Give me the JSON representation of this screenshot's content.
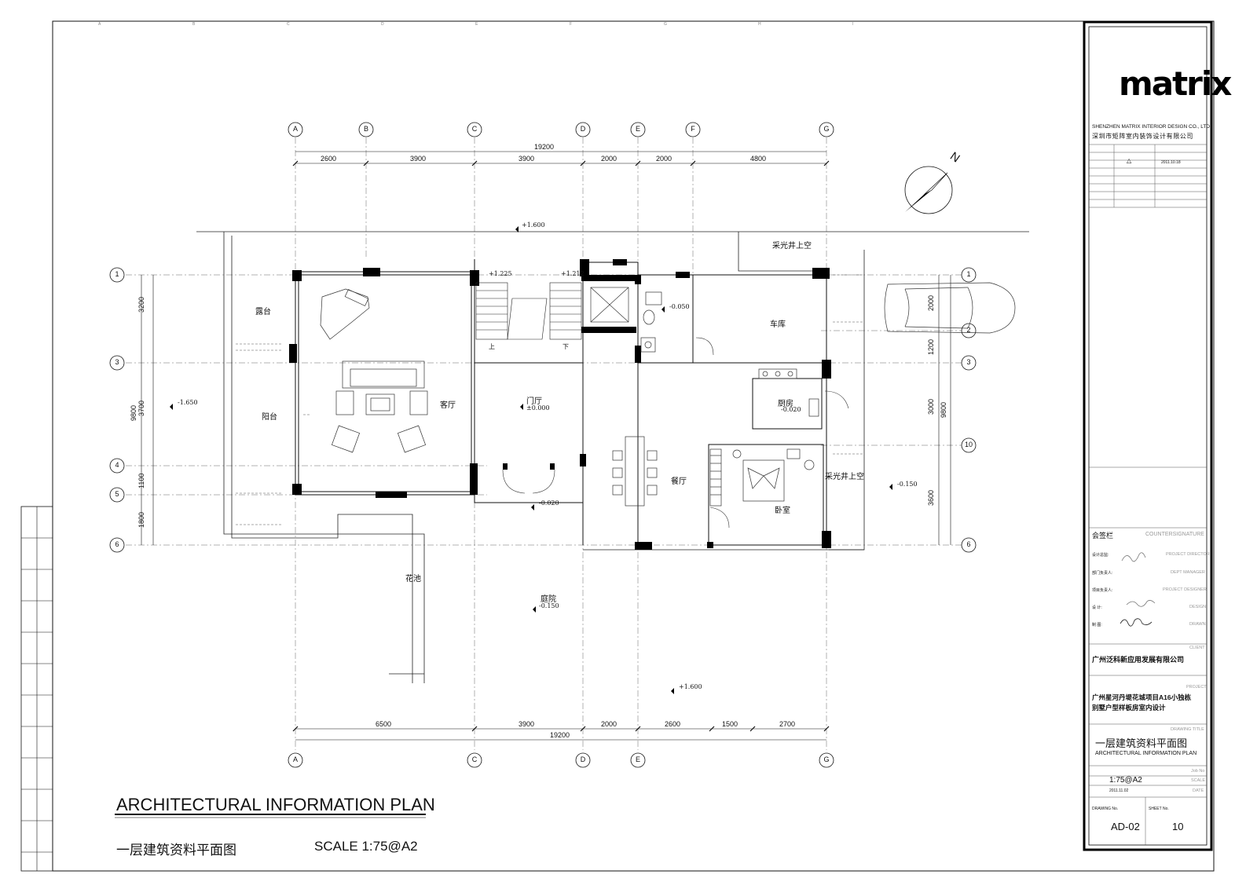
{
  "drawing": {
    "title_en": "ARCHITECTURAL INFORMATION PLAN",
    "title_cn": "一层建筑资料平面图",
    "scale_text": "SCALE  1:75@A2"
  },
  "plan": {
    "axis_labels_top": [
      "A",
      "B",
      "C",
      "D",
      "E",
      "F",
      "G"
    ],
    "axis_labels_bottom": [
      "A",
      "C",
      "D",
      "E",
      "G"
    ],
    "axis_labels_left": [
      "1",
      "3",
      "4",
      "5",
      "6"
    ],
    "axis_labels_right": [
      "1",
      "2",
      "3",
      "10",
      "6"
    ],
    "top_dimensions": [
      "2600",
      "3900",
      "3900",
      "2000",
      "2000",
      "4800"
    ],
    "top_total": "19200",
    "bottom_dimensions": [
      "6500",
      "3900",
      "2000",
      "2600",
      "1500",
      "2700"
    ],
    "bottom_total": "19200",
    "left_dimensions": [
      "3200",
      "3700",
      "1100",
      "1800"
    ],
    "left_total": "9800",
    "right_dimensions": [
      "2000",
      "1200",
      "3000",
      "3600"
    ],
    "right_total": "9800",
    "rooms": [
      {
        "name": "露台"
      },
      {
        "name": "阳台"
      },
      {
        "name": "客厅"
      },
      {
        "name": "门厅"
      },
      {
        "name": "车库"
      },
      {
        "name": "厨房"
      },
      {
        "name": "卧室"
      },
      {
        "name": "餐厅"
      },
      {
        "name": "庭院"
      },
      {
        "name": "花池"
      },
      {
        "name": "采光井上空"
      },
      {
        "name": "采光井上空"
      }
    ],
    "levels": [
      "+1.600",
      "-1.650",
      "±0.000",
      "-0.020",
      "-0.020",
      "-0.050",
      "-0.150",
      "+1.600",
      "-0.150",
      "+1.225",
      "+1.212"
    ],
    "north_label": "N",
    "stair_labels": [
      "上",
      "下"
    ]
  },
  "title_block": {
    "company_en": "SHENZHEN MATRIX INTERIOR DESIGN CO., LTD",
    "company_cn": "深圳市矩阵室内装饰设计有限公司",
    "logo_text": "matrix",
    "date_value": "2011.10.18",
    "countersign_cn": "会签栏",
    "countersign_en": "COUNTERSIGNATURE",
    "roles": [
      {
        "cn": "设计总监:",
        "en": "PROJECT DIRECTOR"
      },
      {
        "cn": "部门负责人:",
        "en": "DEPT MANAGER"
      },
      {
        "cn": "项目负责人:",
        "en": "PROJECT DESIGNER"
      },
      {
        "cn": "设  计:",
        "en": "DESIGN"
      },
      {
        "cn": "制  图:",
        "en": "DRAWN"
      }
    ],
    "client_label": "CLIENT",
    "client_name": "广州泛科新应用发展有限公司",
    "project_label": "PROJECT",
    "project_name_1": "广州星河丹堤花城项目A16小独栋",
    "project_name_2": "别墅户型样板房室内设计",
    "drawing_title_label": "DRAWING TITLE",
    "drawing_title_cn": "一层建筑资料平面图",
    "drawing_title_en": "ARCHITECTURAL INFORMATION PLAN",
    "job_no_label": "Job No",
    "scale_value": "1:75@A2",
    "scale_label": "SCALE",
    "date_value_2": "2011.11.02",
    "date_label": "DATE",
    "drawing_no_label": "DRAWING No.",
    "sheet_no_label": "SHEET No.",
    "drawing_no": "AD-02",
    "sheet_no": "10"
  },
  "colors": {
    "line": "#111111",
    "wall": "#000000",
    "thin": "#444444"
  }
}
